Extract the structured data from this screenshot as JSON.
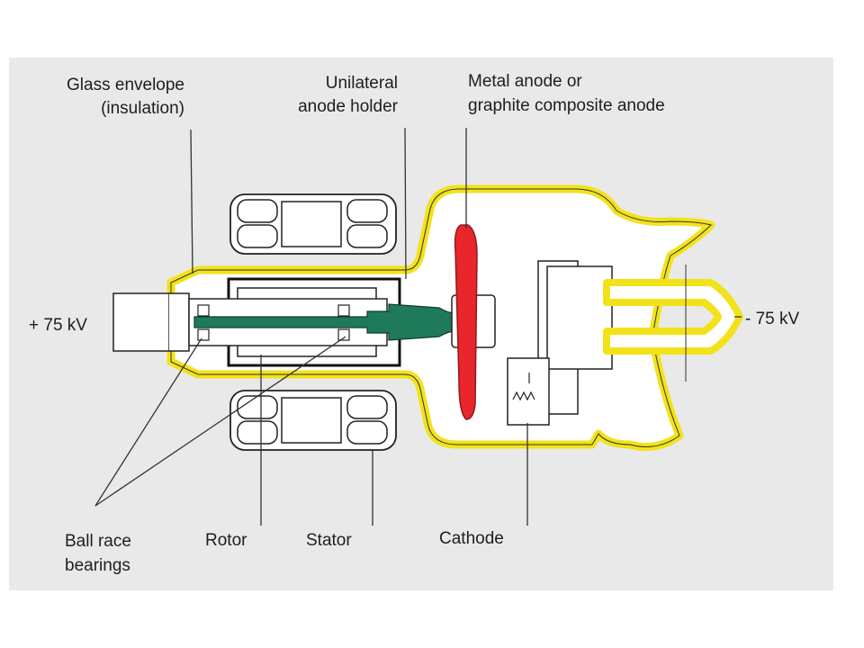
{
  "labels": {
    "glass_envelope_line1": "Glass envelope",
    "glass_envelope_line2": "(insulation)",
    "anode_holder_line1": "Unilateral",
    "anode_holder_line2": "anode holder",
    "anode_line1": "Metal anode or",
    "anode_line2": "graphite composite anode",
    "positive_voltage": "+ 75 kV",
    "negative_voltage": "- 75 kV",
    "ball_race_line1": "Ball race",
    "ball_race_line2": "bearings",
    "rotor": "Rotor",
    "stator": "Stator",
    "cathode": "Cathode"
  },
  "colors": {
    "background": "#e9e9e9",
    "glass_envelope": "#f2e21a",
    "anode": "#e8262b",
    "shaft": "#1f7a5a",
    "outline": "#222222",
    "component_fill": "#ffffff"
  }
}
